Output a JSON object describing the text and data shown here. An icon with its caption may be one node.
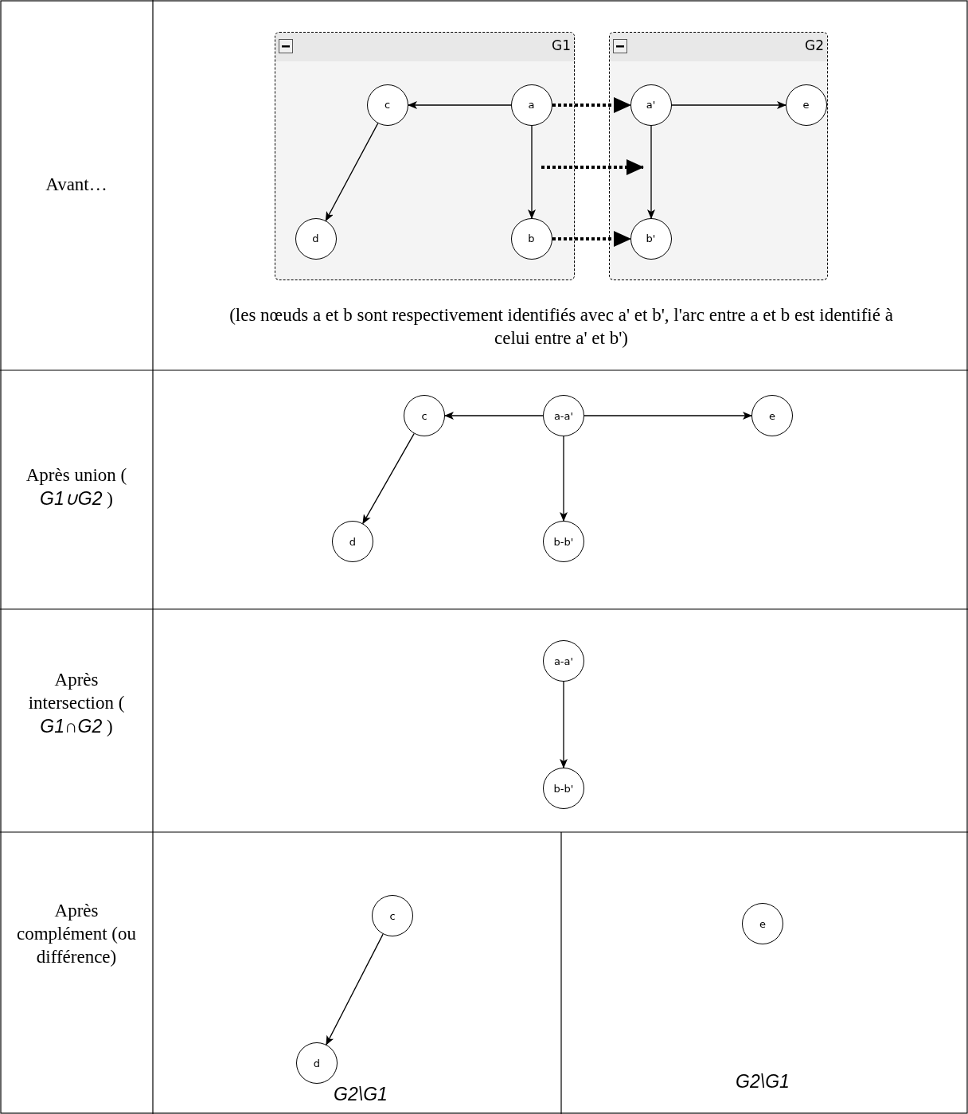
{
  "diagram": {
    "nodes": [
      {
        "text": [
          "G1"
        ]
      },
      {
        "text": [
          "c"
        ],
        "in": 0
      },
      {
        "text": [
          "a"
        ],
        "in": 0
      },
      {
        "text": [
          "d"
        ],
        "in": 0
      },
      {
        "text": [
          "b"
        ],
        "in": 0
      },
      {
        "text": [
          "G2"
        ]
      },
      {
        "text": [
          "a'"
        ],
        "in": 5
      },
      {
        "text": [
          "e"
        ],
        "in": 5
      },
      {
        "text": [
          "b'"
        ],
        "in": 5
      },
      {
        "text": [
          "c"
        ]
      },
      {
        "text": [
          "a-a'"
        ]
      },
      {
        "text": [
          "e"
        ]
      },
      {
        "text": [
          "d"
        ]
      },
      {
        "text": [
          "b-b'"
        ]
      },
      {
        "text": [
          "a-a'"
        ]
      },
      {
        "text": [
          "b-b'"
        ]
      },
      {
        "text": [
          "c"
        ]
      },
      {
        "text": [
          "d"
        ]
      },
      {
        "text": [
          "e"
        ]
      }
    ],
    "edges": [
      {
        "from": 2,
        "to": 1,
        "arrow": "to"
      },
      {
        "from": 1,
        "to": 3,
        "arrow": "to"
      },
      {
        "from": 2,
        "to": 4,
        "arrow": "to"
      },
      {
        "from": 6,
        "to": 7,
        "arrow": "to"
      },
      {
        "from": 6,
        "to": 8,
        "arrow": "to"
      },
      {
        "from": 2,
        "to": 6,
        "arrow": "to",
        "style": "dashed"
      },
      {
        "from": 4,
        "to": 8,
        "arrow": "to",
        "style": "dashed"
      },
      {
        "from": 10,
        "to": 9,
        "arrow": "to"
      },
      {
        "from": 9,
        "to": 12,
        "arrow": "to"
      },
      {
        "from": 10,
        "to": 11,
        "arrow": "to"
      },
      {
        "from": 10,
        "to": 13,
        "arrow": "to"
      },
      {
        "from": 14,
        "to": 15,
        "arrow": "to"
      },
      {
        "from": 16,
        "to": 17,
        "arrow": "to"
      }
    ],
    "labels": [
      "Avant…",
      "(les nœuds a et b sont respectivement identifiés avec a' et b', l'arc entre a et b est identifié à celui entre a' et b')",
      "Après union ( *G1∪G2* )",
      "Après intersection ( *G1∩G2* )",
      "Après complément (ou différence)",
      "G2\\G1",
      "G2\\G1"
    ]
  }
}
